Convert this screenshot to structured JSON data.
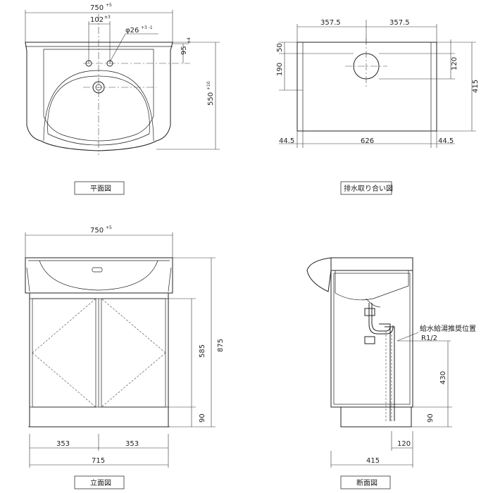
{
  "plan": {
    "caption": "平面図",
    "width": "750",
    "width_tol": "+5",
    "faucet_spacing": "102",
    "faucet_spacing_tol": "±3",
    "hole_dia": "φ26",
    "hole_dia_tol": "+3 -1",
    "hole_offset": "95",
    "hole_offset_tol": "±4",
    "depth": "550",
    "depth_tol": "+10"
  },
  "drain": {
    "caption": "排水取り合い図",
    "half_left": "357.5",
    "half_right": "357.5",
    "top_to_hole": "50",
    "front_to_hole": "190",
    "hole_dia": "120",
    "total_depth": "415",
    "left_margin": "44.5",
    "inner_width": "626",
    "right_margin": "44.5"
  },
  "front": {
    "caption": "立面図",
    "width": "750",
    "width_tol": "+5",
    "door_left": "353",
    "door_right": "353",
    "cabinet_width": "715",
    "height": "875",
    "body_height": "585",
    "base_height": "90"
  },
  "section": {
    "caption": "断面図",
    "supply_label": "給水給湯推奨位置",
    "supply_size": "R1/2",
    "supply_height": "430",
    "base_height": "90",
    "supply_offset": "120",
    "depth": "415"
  }
}
